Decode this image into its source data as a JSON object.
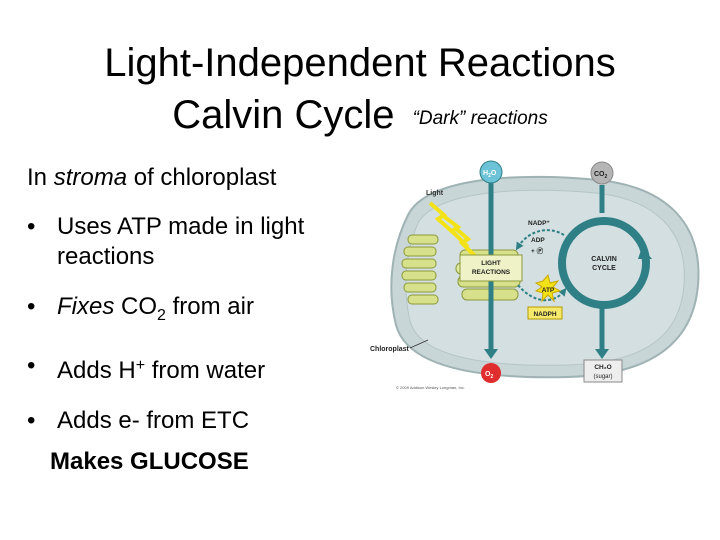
{
  "slide": {
    "title_line1": "Light-Independent Reactions",
    "title_line2": "Calvin Cycle",
    "title_sub": "“Dark” reactions",
    "intro_pre": "In ",
    "intro_em": "stroma",
    "intro_post": " of chloroplast",
    "bullet_glyph": "•",
    "b1": "Uses ATP made in light reactions",
    "b2_em": "Fixes",
    "b2_pre": " CO",
    "b2_sub": "2",
    "b2_post": " from air",
    "b3_pre": "Adds H",
    "b3_sup": "+",
    "b3_post": " from water",
    "b4": "Adds e- from ETC",
    "makes": "Makes GLUCOSE"
  },
  "diagram": {
    "light": "Light",
    "h2o_main": "H",
    "h2o_sub": "2",
    "h2o_end": "O",
    "co2_main": "CO",
    "co2_sub": "2",
    "nadp": "NADP⁺",
    "adp": "ADP",
    "pi": "+ Ⓟ",
    "light_reactions_1": "LIGHT",
    "light_reactions_2": "REACTIONS",
    "calvin_1": "CALVIN",
    "calvin_2": "CYCLE",
    "atp": "ATP",
    "nadph": "NADPH",
    "chloroplast": "Chloroplast",
    "o2_main": "O",
    "o2_sub": "2",
    "ch2o_line1": "CH₂O",
    "ch2o_line2": "(sugar)",
    "copyright": "© 2009 Addison Wesley Longman, Inc."
  },
  "colors": {
    "stroma": "#c9d6d8",
    "thylakoid": "#d7e08a",
    "arrow_teal": "#2f7f86",
    "h2o_node": "#6cc3d8",
    "co2_node": "#b5b5b5",
    "o2_node": "#e02d2d",
    "atp_burst": "#f3e316"
  }
}
